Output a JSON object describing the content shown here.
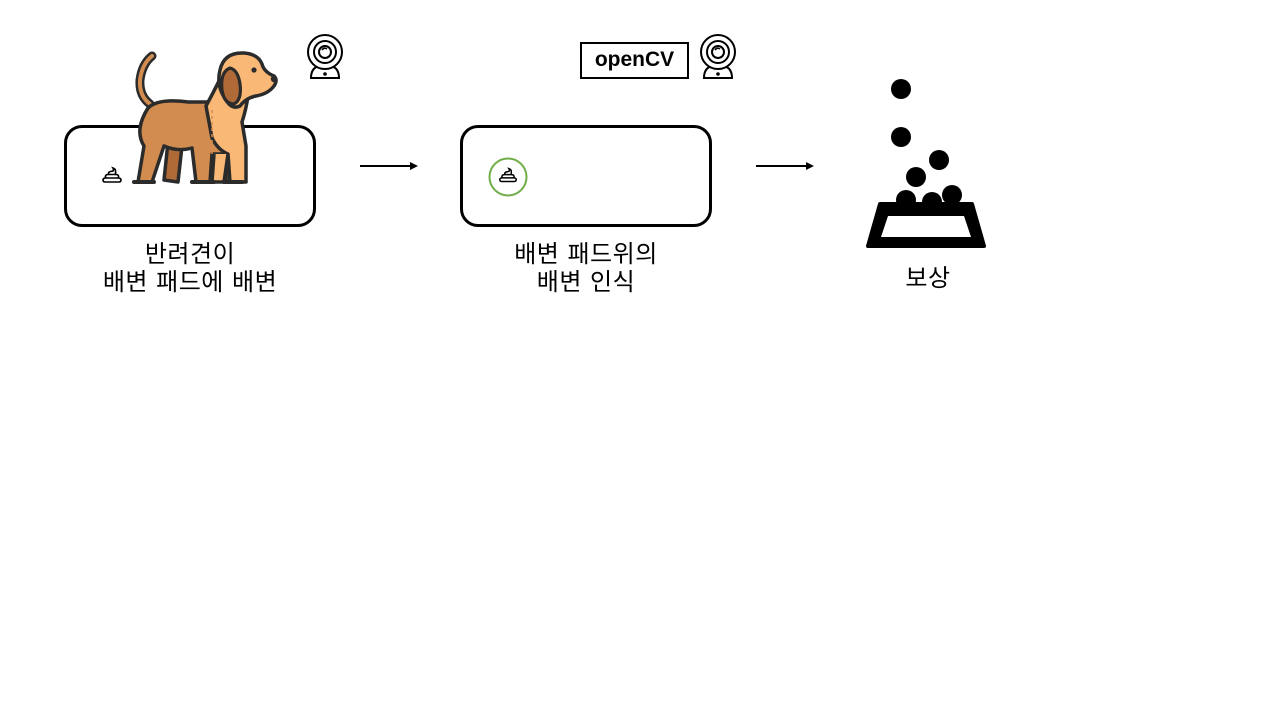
{
  "steps": [
    {
      "caption_line1": "반려견이",
      "caption_line2": "배변 패드에 배변"
    },
    {
      "caption_line1": "배변 패드위의",
      "caption_line2": "배변 인식"
    },
    {
      "caption_line1": "보상"
    }
  ],
  "recognition_label": "openCV",
  "icons": [
    "webcam-icon",
    "dog-icon",
    "poop-icon",
    "arrow-icon",
    "food-bowl-icon",
    "kibble-icon"
  ],
  "colors": {
    "outline": "#000000",
    "dog_light": "#F9B876",
    "dog_dark": "#D38C4F",
    "dog_deep": "#B06A38",
    "dog_outline": "#2B2B2B",
    "detection_ring": "#70AD47"
  }
}
